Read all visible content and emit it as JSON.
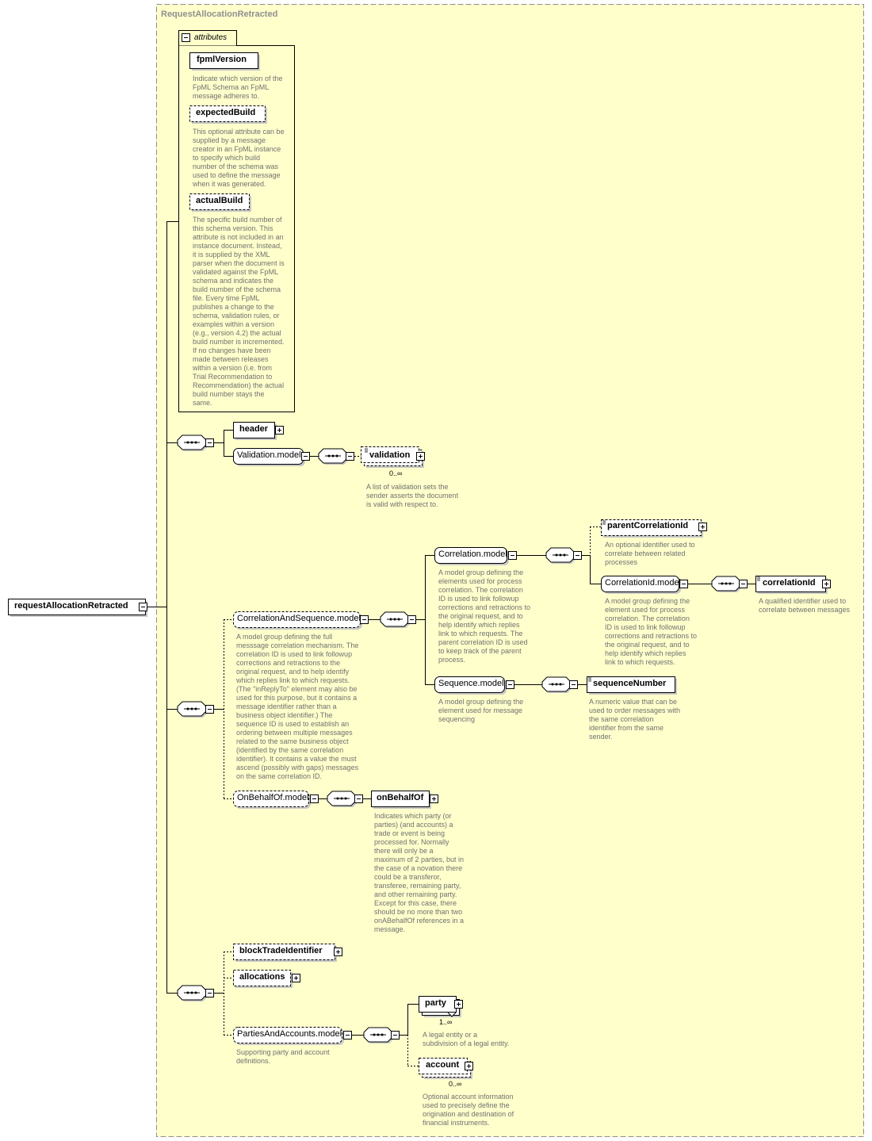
{
  "diagram": {
    "title": "RequestAllocationRetracted",
    "root": {
      "label": "requestAllocationRetracted"
    },
    "attributes": {
      "label": "attributes",
      "items": [
        {
          "name": "fpmlVersion",
          "optional": false,
          "doc": [
            "Indicate which version of the",
            "FpML Schema an FpML",
            "message adheres to."
          ]
        },
        {
          "name": "expectedBuild",
          "optional": true,
          "doc": [
            "This optional attribute can be",
            "supplied by a message",
            "creator in an FpML instance",
            "to specify which build",
            "number of the schema was",
            "used to define the message",
            "when it was generated."
          ]
        },
        {
          "name": "actualBuild",
          "optional": true,
          "doc": [
            "The specific build number of",
            "this schema version. This",
            "attribute is not included in an",
            "instance document. Instead,",
            "it is supplied by the XML",
            "parser when the document is",
            "validated against the FpML",
            "schema and indicates the",
            "build number of the schema",
            "file. Every time FpML",
            "publishes a change to the",
            "schema, validation rules, or",
            "examples within a version",
            "(e.g., version 4.2) the actual",
            "build number is incremented.",
            "If no changes have been",
            "made between releases",
            "within a version (i.e. from",
            "Trial Recommendation to",
            "Recommendation) the actual",
            "build number stays the",
            "same."
          ]
        }
      ]
    },
    "header": {
      "label": "header"
    },
    "validation_model": {
      "label": "Validation.model"
    },
    "validation": {
      "label": "validation",
      "cardinality": "0..∞",
      "doc": [
        "A list of validation sets the",
        "sender asserts the document",
        "is valid with respect to."
      ]
    },
    "corr_seq_model": {
      "label": "CorrelationAndSequence.model",
      "doc": [
        "A model group defining the full",
        "messsage correlation mechanism. The",
        "correlation ID is used to link followup",
        "corrections and retractions to the",
        "original request, and to help identify",
        "which replies link to which requests.",
        "(The \"inReplyTo\" element may also be",
        "used for this purpose, but it contains a",
        "message identifier rather than a",
        "business object identifier.) The",
        "sequence ID is used to establish an",
        "ordering between multiple messages",
        "related to the same business object",
        "(identified by the same correlation",
        "identifier). It contains a value the must",
        "ascend (possibly with gaps) messages",
        "on the same correlation ID."
      ]
    },
    "correlation_model": {
      "label": "Correlation.model",
      "doc": [
        "A model group defining the",
        "elements used for process",
        "correlation. The correlation",
        "ID is used to link followup",
        "corrections and retractions to",
        "the original request, and to",
        "help identify which replies",
        "link to which requests. The",
        "parent correlation ID is used",
        "to keep track of the parent",
        "process."
      ]
    },
    "parent_correlation_id": {
      "label": "parentCorrelationId",
      "doc": [
        "An optional identifier used to",
        "correlate between related",
        "processes"
      ]
    },
    "correlation_id_model": {
      "label": "CorrelationId.model",
      "doc": [
        "A model group defining the",
        "element used for process",
        "correlation. The correlation",
        "ID is used to link followup",
        "corrections and retractions to",
        "the original request, and to",
        "help identify which replies",
        "link to which requests."
      ]
    },
    "correlation_id": {
      "label": "correlationId",
      "doc": [
        "A qualified identifier used to",
        "correlate between messages"
      ]
    },
    "sequence_model": {
      "label": "Sequence.model",
      "doc": [
        "A model group defining the",
        "element used for message",
        "sequencing"
      ]
    },
    "sequence_number": {
      "label": "sequenceNumber",
      "doc": [
        "A numeric value that can be",
        "used to order messages with",
        "the same correlation",
        "identifier from the same",
        "sender."
      ]
    },
    "on_behalf_of_model": {
      "label": "OnBehalfOf.model"
    },
    "on_behalf_of": {
      "label": "onBehalfOf",
      "doc": [
        "Indicates which party (or",
        "parties) (and accounts) a",
        "trade or event is being",
        "processed for. Normally",
        "there will only be a",
        "maximum of 2 parties, but in",
        "the case of a novation there",
        "could be a transferor,",
        "transferee, remaining party,",
        "and other remaining party.",
        "Except for this case, there",
        "should be no more than two",
        "onABehalfOf references in a",
        "message."
      ]
    },
    "block_trade_identifier": {
      "label": "blockTradeIdentifier"
    },
    "allocations": {
      "label": "allocations"
    },
    "parties_accounts_model": {
      "label": "PartiesAndAccounts.model",
      "doc": [
        "Supporting party and account",
        "definitions."
      ]
    },
    "party": {
      "label": "party",
      "cardinality": "1..∞",
      "doc": [
        "A legal entity or a",
        "subdivision of a legal entity."
      ]
    },
    "account": {
      "label": "account",
      "cardinality": "0..∞",
      "doc": [
        "Optional account information",
        "used to precisely define the",
        "origination and destination of",
        "financial instruments."
      ]
    },
    "colors": {
      "background": "#ffffcc",
      "border": "#8f8f8f",
      "line": "#000000",
      "doc_text": "#707070"
    }
  }
}
